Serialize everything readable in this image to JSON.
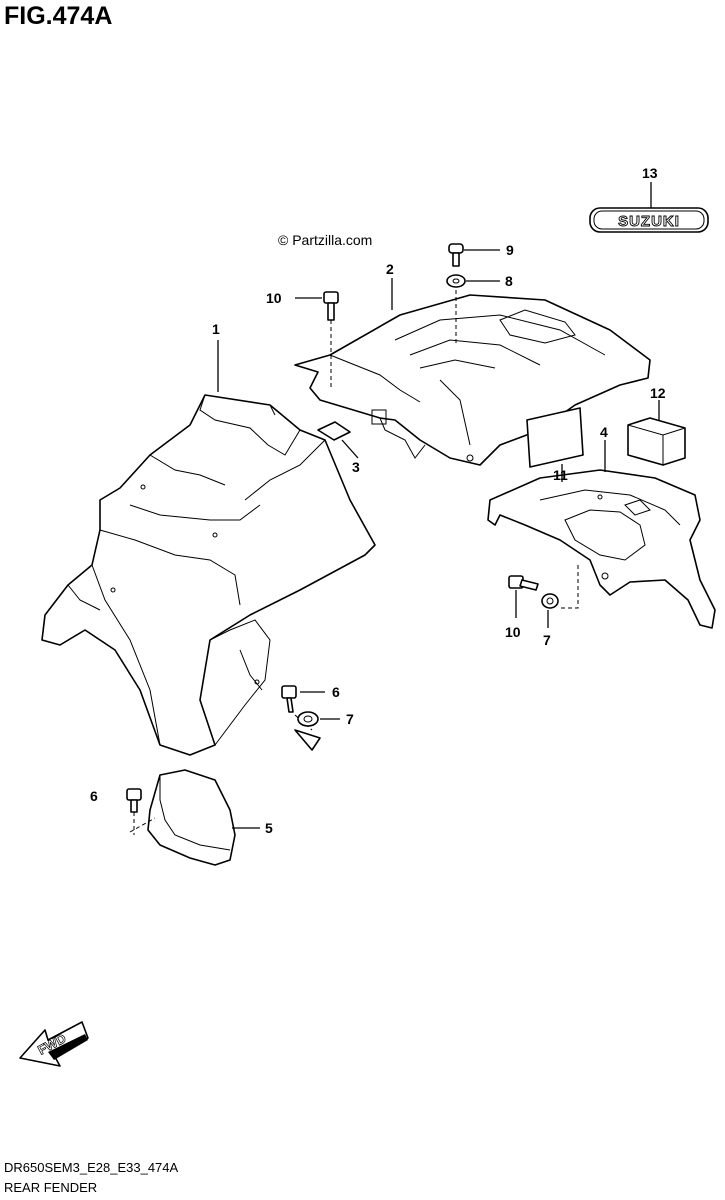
{
  "figure": {
    "title": "FIG.474A",
    "watermark": "© Partzilla.com",
    "code": "DR650SEM3_E28_E33_474A",
    "name": "REAR FENDER"
  },
  "callouts": [
    {
      "id": "c1",
      "label": "1"
    },
    {
      "id": "c2",
      "label": "2"
    },
    {
      "id": "c3",
      "label": "3"
    },
    {
      "id": "c4",
      "label": "4"
    },
    {
      "id": "c5",
      "label": "5"
    },
    {
      "id": "c6a",
      "label": "6"
    },
    {
      "id": "c6b",
      "label": "6"
    },
    {
      "id": "c7a",
      "label": "7"
    },
    {
      "id": "c7b",
      "label": "7"
    },
    {
      "id": "c8",
      "label": "8"
    },
    {
      "id": "c9",
      "label": "9"
    },
    {
      "id": "c10a",
      "label": "10"
    },
    {
      "id": "c10b",
      "label": "10"
    },
    {
      "id": "c11",
      "label": "11"
    },
    {
      "id": "c12",
      "label": "12"
    },
    {
      "id": "c13",
      "label": "13"
    }
  ],
  "emblem": {
    "text": "SUZUKI"
  },
  "direction_marker": {
    "text": "FWD"
  }
}
